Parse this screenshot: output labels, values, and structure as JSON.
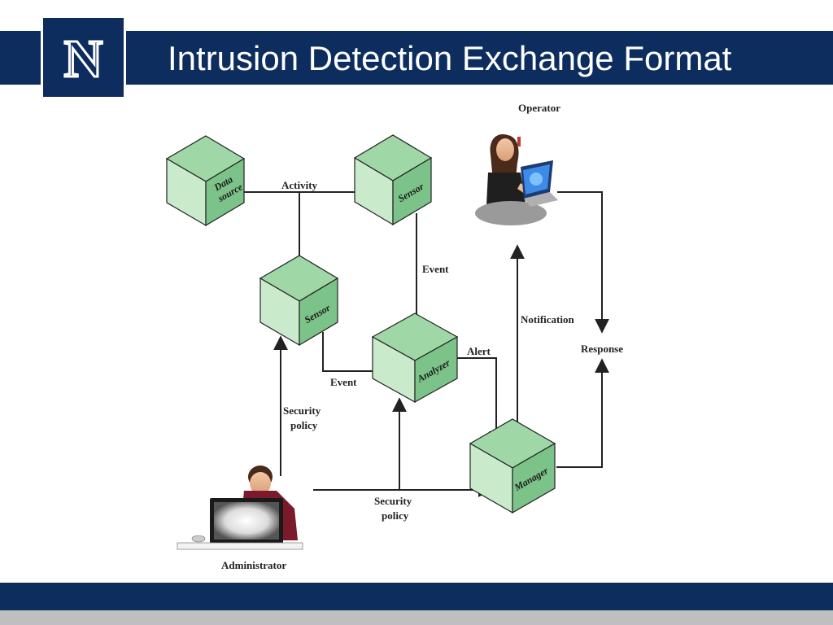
{
  "slide": {
    "title": "Intrusion Detection Exchange Format",
    "logo_text": "N"
  },
  "diagram": {
    "nodes": {
      "data_source": [
        "Data",
        "source"
      ],
      "sensor_top": "Sensor",
      "sensor_mid": "Sensor",
      "analyzer": "Analyzer",
      "manager": "Manager",
      "operator": "Operator",
      "administrator": "Administrator"
    },
    "edges": {
      "activity": "Activity",
      "event_top": "Event",
      "event_mid": "Event",
      "alert": "Alert",
      "notification": "Notification",
      "response": "Response",
      "security_policy_left": [
        "Security",
        "policy"
      ],
      "security_policy_bottom": [
        "Security",
        "policy"
      ]
    }
  },
  "colors": {
    "navy": "#0c2d5e",
    "cube_front": "#c9ebcc",
    "cube_top": "#9fd7a6",
    "cube_side": "#7cc389"
  }
}
